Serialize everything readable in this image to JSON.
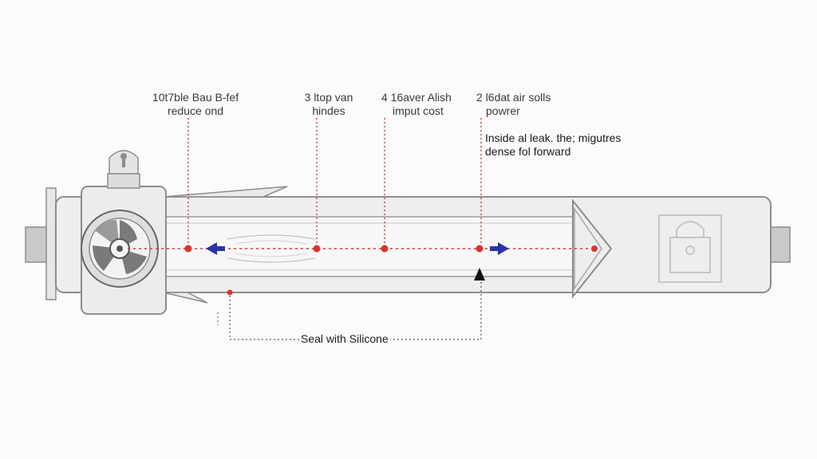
{
  "callouts": [
    {
      "line1": "10t7ble Bau B-fef",
      "line2": "reduce ond"
    },
    {
      "line1": "3 ltop van",
      "line2": "hindes"
    },
    {
      "line1": "4 16aver Alish",
      "line2": "imput cost"
    },
    {
      "line1": "2 l6dat air solls",
      "line2": "powrer"
    }
  ],
  "note": {
    "line1": "Inside al leak. the; migutres",
    "line2": "dense fol forward"
  },
  "seal_label": "Seal with Silicone",
  "icons": [
    "fan-icon",
    "lock-icon",
    "valve-cap-icon"
  ],
  "colors": {
    "accent_red": "#d9342b",
    "arrow_blue": "#2a34a8",
    "outline": "#8c8c8c",
    "body": "#eeeeee"
  }
}
